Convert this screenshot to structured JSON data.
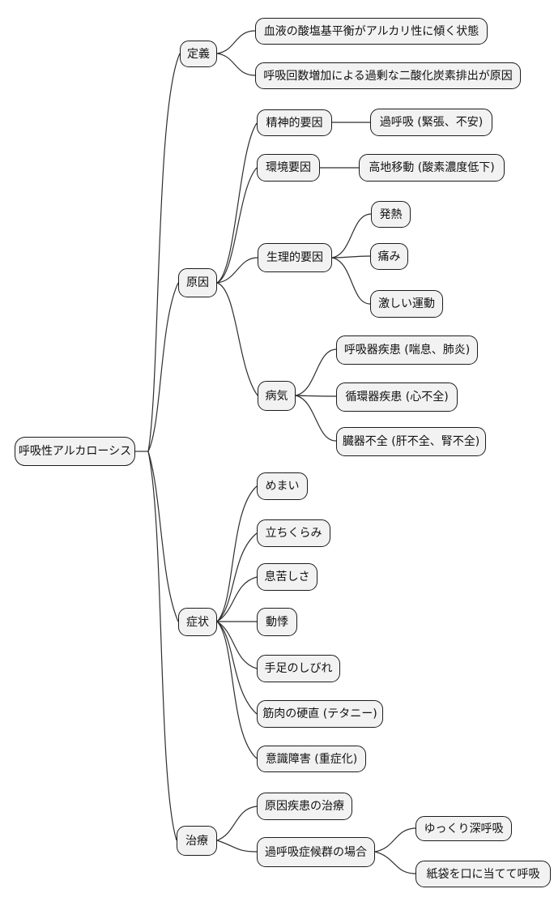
{
  "mindmap": {
    "root": {
      "label": "呼吸性アルカローシス"
    },
    "branches": [
      {
        "label": "定義",
        "children": [
          {
            "label": "血液の酸塩基平衡がアルカリ性に傾く状態"
          },
          {
            "label": "呼吸回数増加による過剰な二酸化炭素排出が原因"
          }
        ]
      },
      {
        "label": "原因",
        "children": [
          {
            "label": "精神的要因",
            "children": [
              {
                "label": "過呼吸 (緊張、不安)"
              }
            ]
          },
          {
            "label": "環境要因",
            "children": [
              {
                "label": "高地移動 (酸素濃度低下)"
              }
            ]
          },
          {
            "label": "生理的要因",
            "children": [
              {
                "label": "発熱"
              },
              {
                "label": "痛み"
              },
              {
                "label": "激しい運動"
              }
            ]
          },
          {
            "label": "病気",
            "children": [
              {
                "label": "呼吸器疾患 (喘息、肺炎)"
              },
              {
                "label": "循環器疾患 (心不全)"
              },
              {
                "label": "臓器不全 (肝不全、腎不全)"
              }
            ]
          }
        ]
      },
      {
        "label": "症状",
        "children": [
          {
            "label": "めまい"
          },
          {
            "label": "立ちくらみ"
          },
          {
            "label": "息苦しさ"
          },
          {
            "label": "動悸"
          },
          {
            "label": "手足のしびれ"
          },
          {
            "label": "筋肉の硬直 (テタニー)"
          },
          {
            "label": "意識障害 (重症化)"
          }
        ]
      },
      {
        "label": "治療",
        "children": [
          {
            "label": "原因疾患の治療"
          },
          {
            "label": "過呼吸症候群の場合",
            "children": [
              {
                "label": "ゆっくり深呼吸"
              },
              {
                "label": "紙袋を口に当てて呼吸"
              }
            ]
          }
        ]
      }
    ]
  },
  "colors": {
    "background": "#ffffff",
    "node_fill": "#f2f2f2",
    "node_border": "#1c1c1c",
    "edge": "#2e2e2e",
    "text": "#111111"
  }
}
